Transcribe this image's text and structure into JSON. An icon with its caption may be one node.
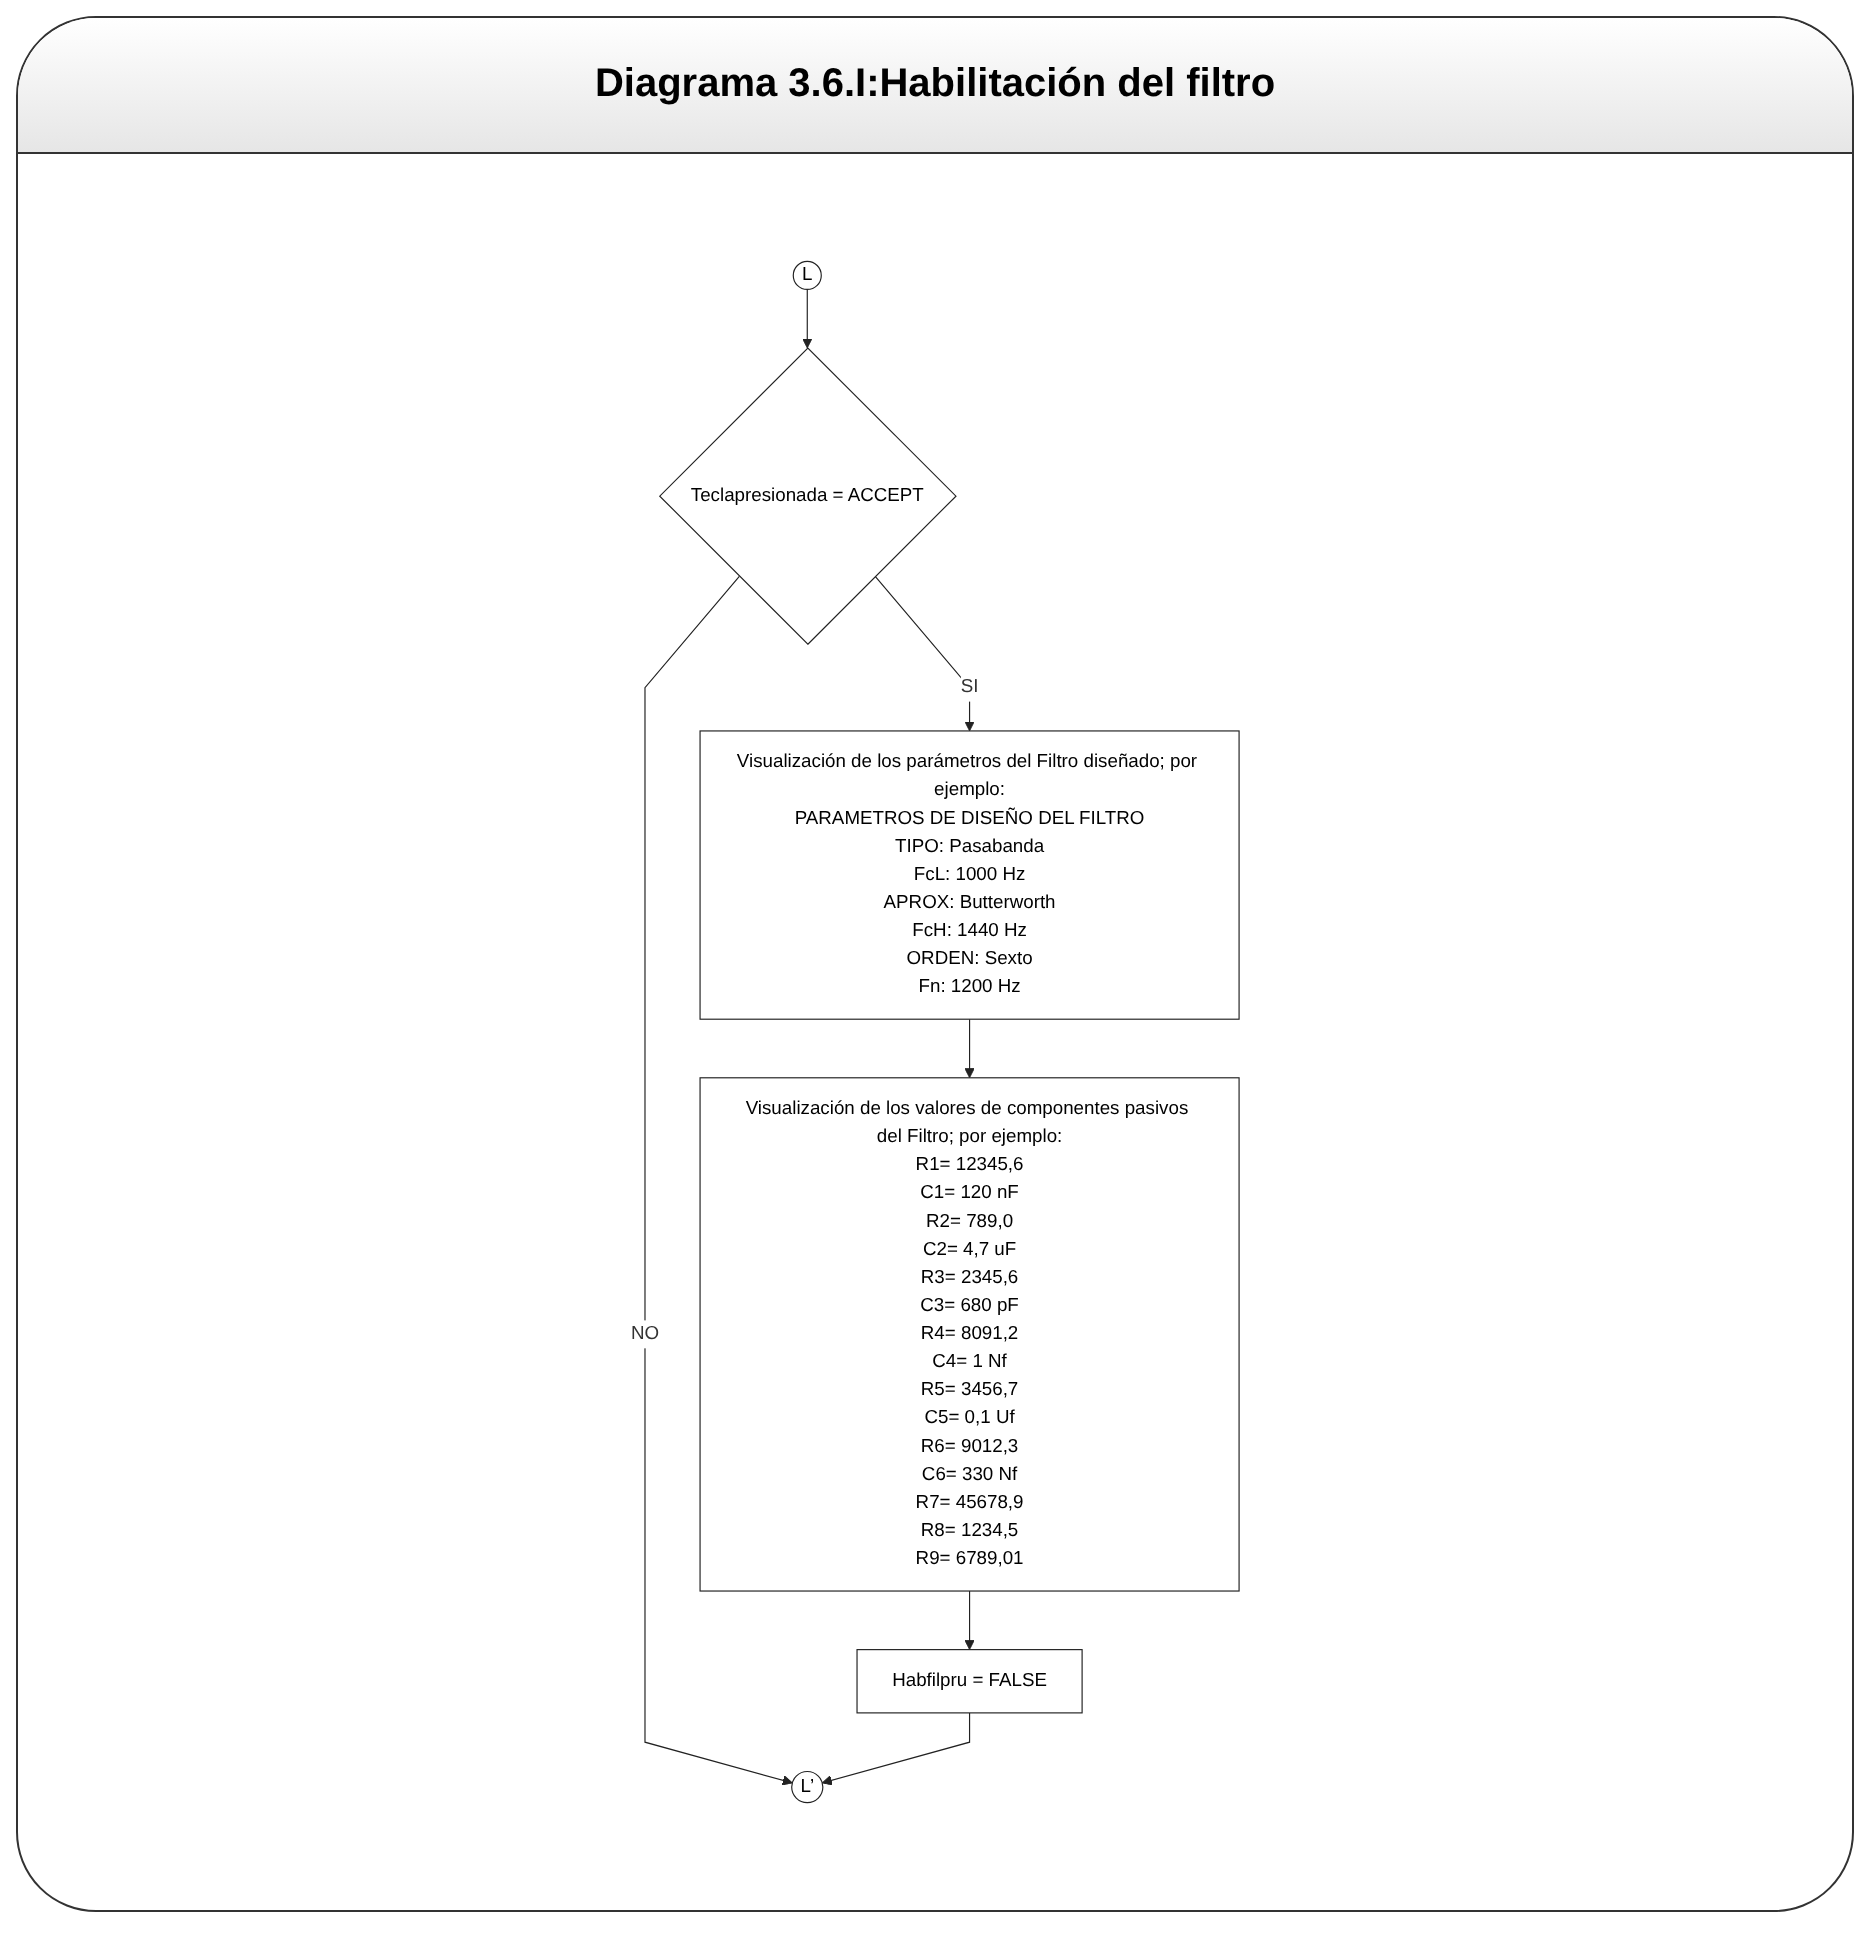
{
  "diagram": {
    "title": "Diagrama 3.6.I:Habilitación del filtro",
    "nodes": [
      {
        "text": [
          "L"
        ]
      },
      {
        "text": [
          "Teclapresionada = ACCEPT"
        ]
      },
      {
        "text": [
          "Visualización de los parámetros del Filtro diseñado; por ejemplo:",
          "PARAMETROS DE DISEÑO DEL FILTRO",
          "TIPO: Pasabanda",
          "FcL: 1000 Hz",
          "APROX: Butterworth",
          "FcH: 1440 Hz",
          "ORDEN: Sexto",
          "Fn: 1200 Hz"
        ]
      },
      {
        "text": [
          "Visualización de los valores de componentes pasivos del Filtro; por ejemplo:",
          "R1= 12345,6",
          "C1= 120 nF",
          "R2= 789,0",
          "C2= 4,7 uF",
          "R3= 2345,6",
          "C3= 680 pF",
          "R4= 8091,2",
          "C4= 1 Nf",
          "R5= 3456,7",
          "C5= 0,1 Uf",
          "R6= 9012,3",
          "C6= 330 Nf",
          "R7= 45678,9",
          "R8= 1234,5",
          "R9= 6789,01"
        ]
      },
      {
        "text": [
          "L’"
        ]
      },
      {
        "text": [
          "Habfilpru = FALSE"
        ]
      }
    ],
    "edges": [
      {
        "from": 0,
        "to": 1,
        "arrow": "to"
      },
      {
        "from": 1,
        "to": 2,
        "arrow": "to",
        "label": "SI"
      },
      {
        "from": 1,
        "to": 4,
        "arrow": "to",
        "label": "NO"
      },
      {
        "from": 2,
        "to": 3,
        "arrow": "to"
      },
      {
        "from": 3,
        "to": 5,
        "arrow": "to"
      },
      {
        "from": 5,
        "to": 4,
        "arrow": "to"
      }
    ]
  }
}
